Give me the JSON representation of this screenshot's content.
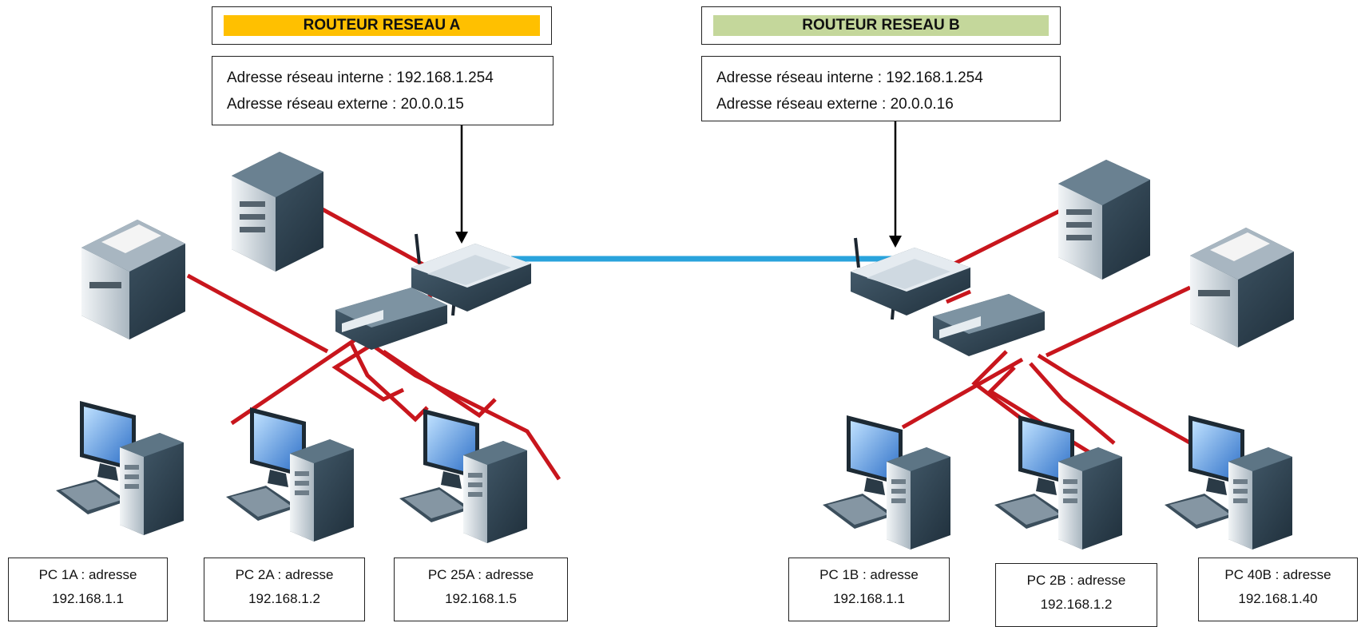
{
  "routers": [
    {
      "title": "ROUTEUR RESEAU A",
      "title_color": "#ffc000",
      "internal": "Adresse réseau interne : 192.168.1.254",
      "external": "Adresse réseau externe : 20.0.0.15"
    },
    {
      "title": "ROUTEUR RESEAU B",
      "title_color": "#c4d79b",
      "internal": "Adresse réseau interne : 192.168.1.254",
      "external": "Adresse réseau externe : 20.0.0.16"
    }
  ],
  "pcs": [
    {
      "name": "PC 1A : adresse",
      "ip": "192.168.1.1"
    },
    {
      "name": "PC 2A : adresse",
      "ip": "192.168.1.2"
    },
    {
      "name": "PC 25A : adresse",
      "ip": "192.168.1.5"
    },
    {
      "name": "PC 1B : adresse",
      "ip": "192.168.1.1"
    },
    {
      "name": "PC 2B : adresse",
      "ip": "192.168.1.2"
    },
    {
      "name": "PC 40B : adresse",
      "ip": "192.168.1.40"
    }
  ],
  "colors": {
    "lan_cable": "#c8161d",
    "wan_link": "#29a3dc",
    "device_dark": "#2f4454",
    "device_light": "#c9d3db"
  }
}
